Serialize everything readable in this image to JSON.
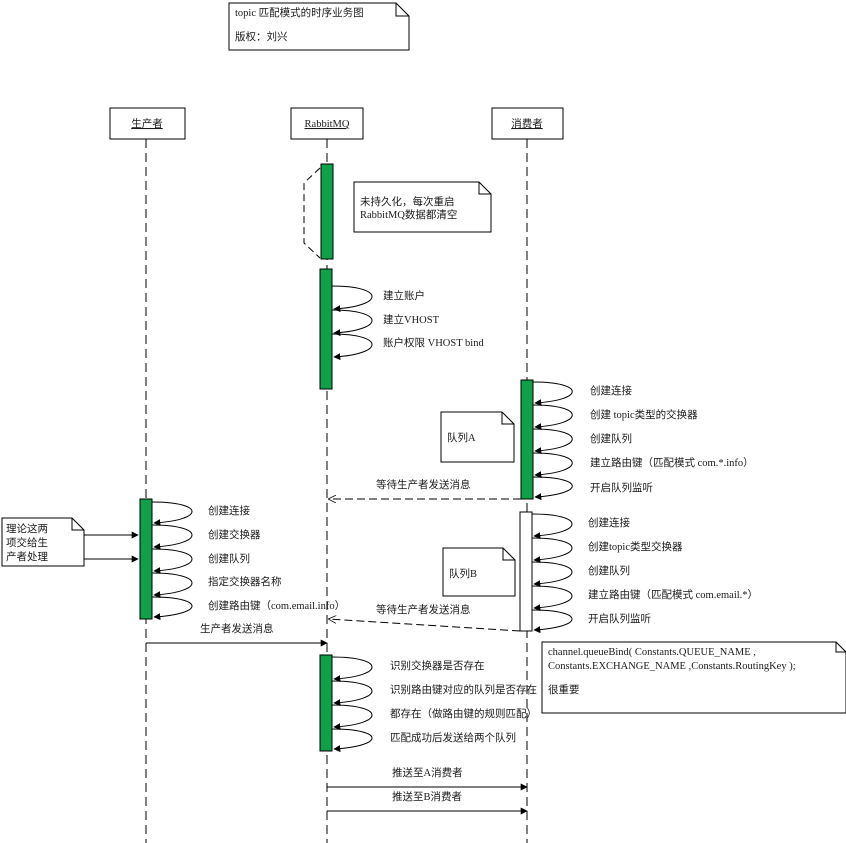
{
  "title_note": {
    "line1": "topic 匹配模式的时序业务图",
    "line2": "版权：刘兴"
  },
  "participants": {
    "producer": "生产者",
    "rabbitmq": "RabbitMQ",
    "consumer": "消费者"
  },
  "notes": {
    "persist_line1": "未持久化，每次重启",
    "persist_line2": "RabbitMQ数据都清空",
    "queue_a": "队列A",
    "queue_b": "队列B",
    "theory_line1": "理论这两",
    "theory_line2": "项交给生",
    "theory_line3": "产者处理",
    "bind_line1": "channel.queueBind( Constants.QUEUE_NAME ,",
    "bind_line2": "Constants.EXCHANGE_NAME ,Constants.RoutingKey  );",
    "bind_line3": "很重要"
  },
  "rabbit_setup": {
    "step1": "建立账户",
    "step2": "建立VHOST",
    "step3": "账户权限 VHOST bind"
  },
  "consumer_a": {
    "step1": "创建连接",
    "step2": "创建 topic类型的交换器",
    "step3": "创建队列",
    "step4": "建立路由键（匹配模式 com.*.info）",
    "step5": "开启队列监听",
    "wait": "等待生产者发送消息"
  },
  "consumer_b": {
    "step1": "创建连接",
    "step2": "创建topic类型交换器",
    "step3": "创建队列",
    "step4": "建立路由键（匹配模式 com.email.*）",
    "step5": "开启队列监听",
    "wait": "等待生产者发送消息"
  },
  "producer_steps": {
    "step1": "创建连接",
    "step2": "创建交换器",
    "step3": "创建队列",
    "step4": "指定交换器名称",
    "step5": "创建路由键（com.email.info）",
    "send": "生产者发送消息"
  },
  "routing": {
    "step1": "识别交换器是否存在",
    "step2": "识别路由键对应的队列是否存在",
    "step3": "都存在（做路由键的规则匹配）",
    "step4": "匹配成功后发送给两个队列",
    "push_a": "推送至A消费者",
    "push_b": "推送至B消费者"
  },
  "colors": {
    "activation": "#0fa14a",
    "line": "#000000"
  }
}
